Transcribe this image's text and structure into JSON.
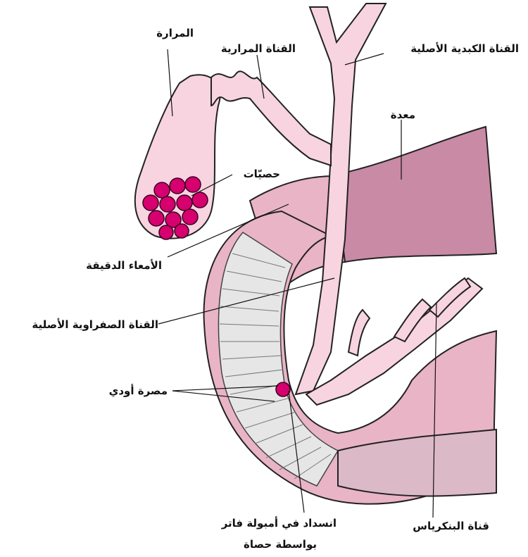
{
  "labels": {
    "gallbladder": "المرارة",
    "cystic_duct": "القناة المرارية",
    "common_hepatic_duct": "القناة الكبدية الأصلية",
    "stomach": "معدة",
    "gallstones": "حصيّات",
    "small_intestine": "الأمعاء الدقيقة",
    "common_bile_duct": "القناة الصفراوية الأصلية",
    "sphincter_of_oddi": "مصرة أودي",
    "ampulla_block_line1": "انسداد في أمبولة فاتر",
    "ampulla_block_line2": "بواسطة حصاة",
    "pancreatic_duct": "قناة البنكرياس"
  },
  "colors": {
    "tissue_light": "#f7d4e0",
    "tissue_mid": "#e9b4c6",
    "stomach": "#c98aa5",
    "duodenum_inner": "#e6e6e6",
    "stone": "#d6006f",
    "outline": "#222222"
  }
}
